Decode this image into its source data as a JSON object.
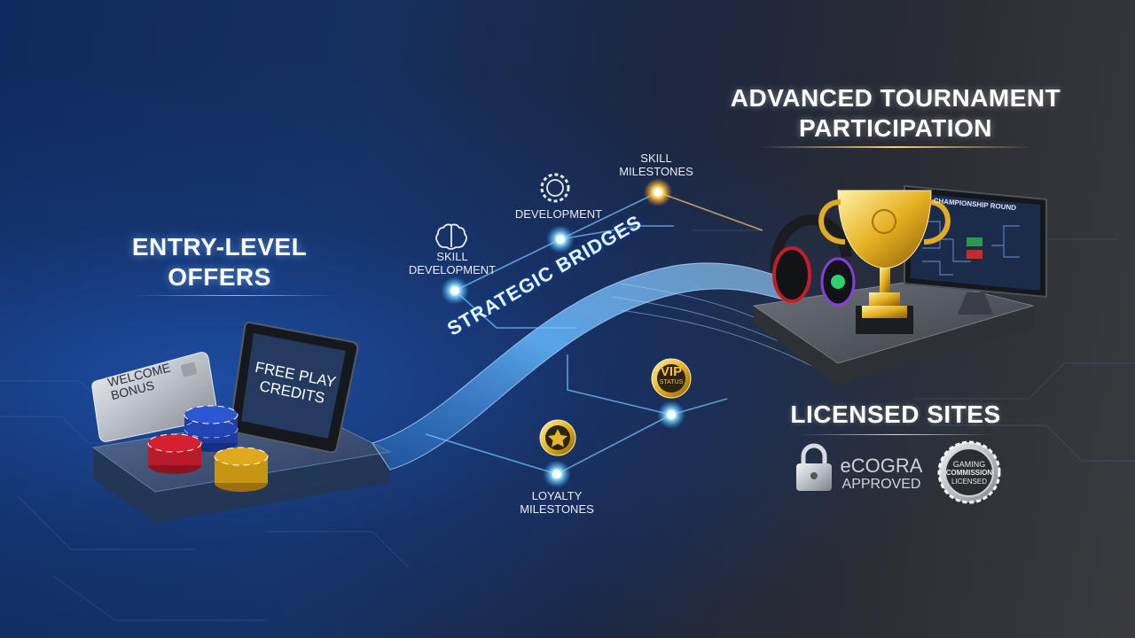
{
  "sections": {
    "entry": {
      "line1": "ENTRY-LEVEL",
      "line2": "OFFERS"
    },
    "advanced": {
      "line1": "ADVANCED TOURNAMENT",
      "line2": "PARTICIPATION"
    },
    "licensed": {
      "title": "LICENSED SITES"
    }
  },
  "bridge": {
    "label": "STRATEGIC BRIDGES"
  },
  "items": {
    "welcome_card": {
      "line1": "WELCOME",
      "line2": "BONUS"
    },
    "tablet": {
      "line1": "FREE PLAY",
      "line2": "CREDITS"
    },
    "monitor": {
      "header": "CHAMPIONSHIP ROUND"
    }
  },
  "milestones": {
    "skill_development": {
      "line1": "SKILL",
      "line2": "DEVELOPMENT",
      "icon": "brain-icon"
    },
    "development": {
      "label": "DEVELOPMENT",
      "icon": "gear-brain-icon"
    },
    "skill_milestones": {
      "line1": "SKILL",
      "line2": "MILESTONES"
    },
    "loyalty_milestones": {
      "line1": "LOYALTY",
      "line2": "MILESTONES",
      "icon": "star-badge-icon"
    },
    "vip": {
      "line1": "VIP",
      "line2": "STATUS",
      "icon": "vip-badge-icon"
    }
  },
  "badges": {
    "ecogra_line1": "eCOGRA",
    "ecogra_line2": "APPROVED",
    "gaming_line1": "GAMING",
    "gaming_line2": "COMMISSION",
    "gaming_line3": "LICENSED"
  },
  "colors": {
    "accent_blue": "#5fc8ff",
    "accent_gold": "#f2c14e",
    "chip_red": "#d62030",
    "chip_blue": "#2245b5",
    "chip_gold": "#e1a91c"
  }
}
